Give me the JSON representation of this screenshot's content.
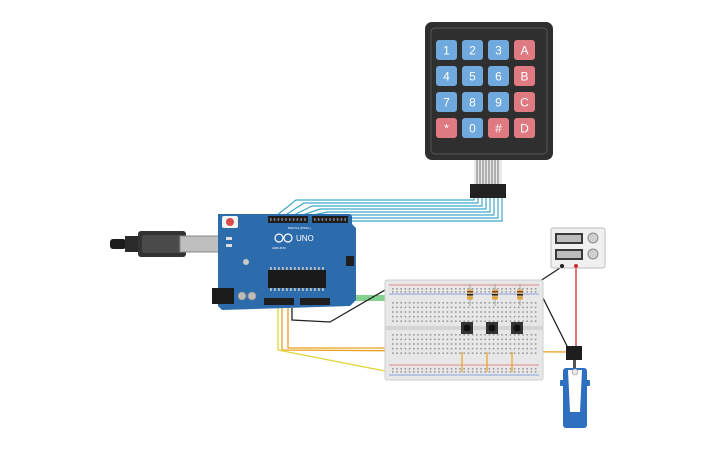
{
  "keypad": {
    "rows": [
      [
        {
          "label": "1",
          "kind": "digit"
        },
        {
          "label": "2",
          "kind": "digit"
        },
        {
          "label": "3",
          "kind": "digit"
        },
        {
          "label": "A",
          "kind": "letter"
        }
      ],
      [
        {
          "label": "4",
          "kind": "digit"
        },
        {
          "label": "5",
          "kind": "digit"
        },
        {
          "label": "6",
          "kind": "digit"
        },
        {
          "label": "B",
          "kind": "letter"
        }
      ],
      [
        {
          "label": "7",
          "kind": "digit"
        },
        {
          "label": "8",
          "kind": "digit"
        },
        {
          "label": "9",
          "kind": "digit"
        },
        {
          "label": "C",
          "kind": "letter"
        }
      ],
      [
        {
          "label": "*",
          "kind": "letter"
        },
        {
          "label": "0",
          "kind": "digit"
        },
        {
          "label": "#",
          "kind": "letter"
        },
        {
          "label": "D",
          "kind": "letter"
        }
      ]
    ],
    "colors": {
      "body": "#2f2f2f",
      "digit": "#6fa9dd",
      "letter": "#e07a82"
    }
  },
  "arduino": {
    "model_label": "UNO",
    "brand_label": "ARDUINO",
    "digital_header_label": "DIGITAL (PWM~)",
    "colors": {
      "board": "#2c6bac",
      "header": "#1e1e1e",
      "reset": "#d94a4a"
    }
  },
  "wire_colors": {
    "keypad_bus": "#3fa7c9",
    "green": "#3bb54a",
    "black": "#222222",
    "orange": "#e8a21d",
    "yellow": "#e2d43a",
    "red": "#d42a2a"
  }
}
